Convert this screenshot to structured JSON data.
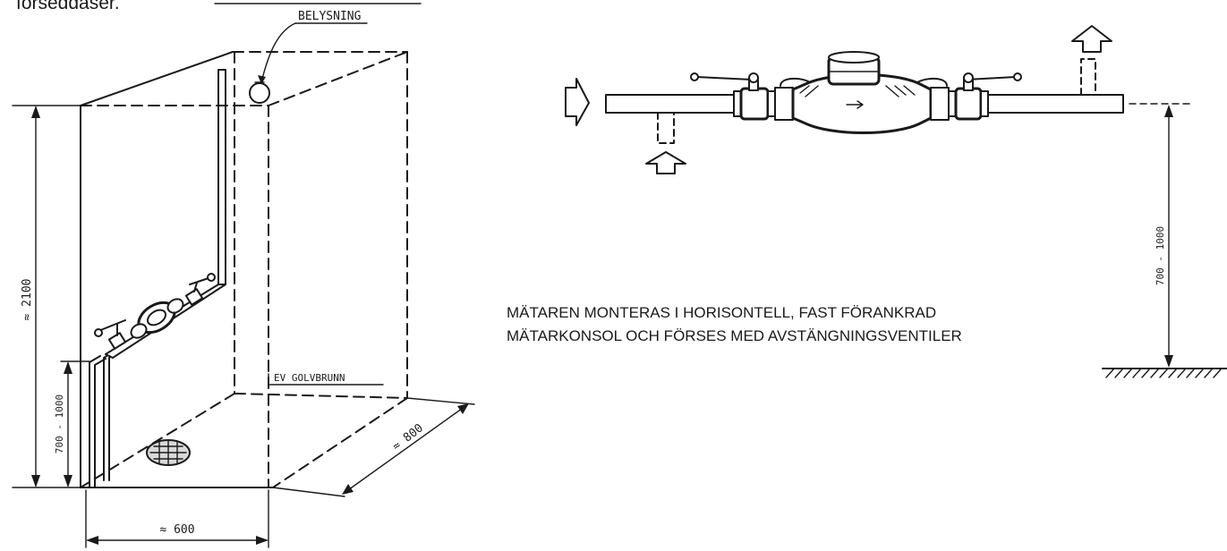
{
  "header": {
    "cut_text": "förseddaser."
  },
  "room": {
    "light_label": "BELYSNING",
    "drain_label": "EV GOLVBRUNN",
    "height_label": "≈ 2100",
    "meter_height_label": "700 - 1000",
    "width_label": "≈ 600",
    "depth_label": "≈ 800"
  },
  "installation": {
    "height_label": "700 - 1000"
  },
  "note": {
    "line1": "MÄTAREN MONTERAS I HORISONTELL, FAST FÖRANKRAD",
    "line2": "MÄTARKONSOL OCH FÖRSES MED AVSTÄNGNINGSVENTILER"
  }
}
